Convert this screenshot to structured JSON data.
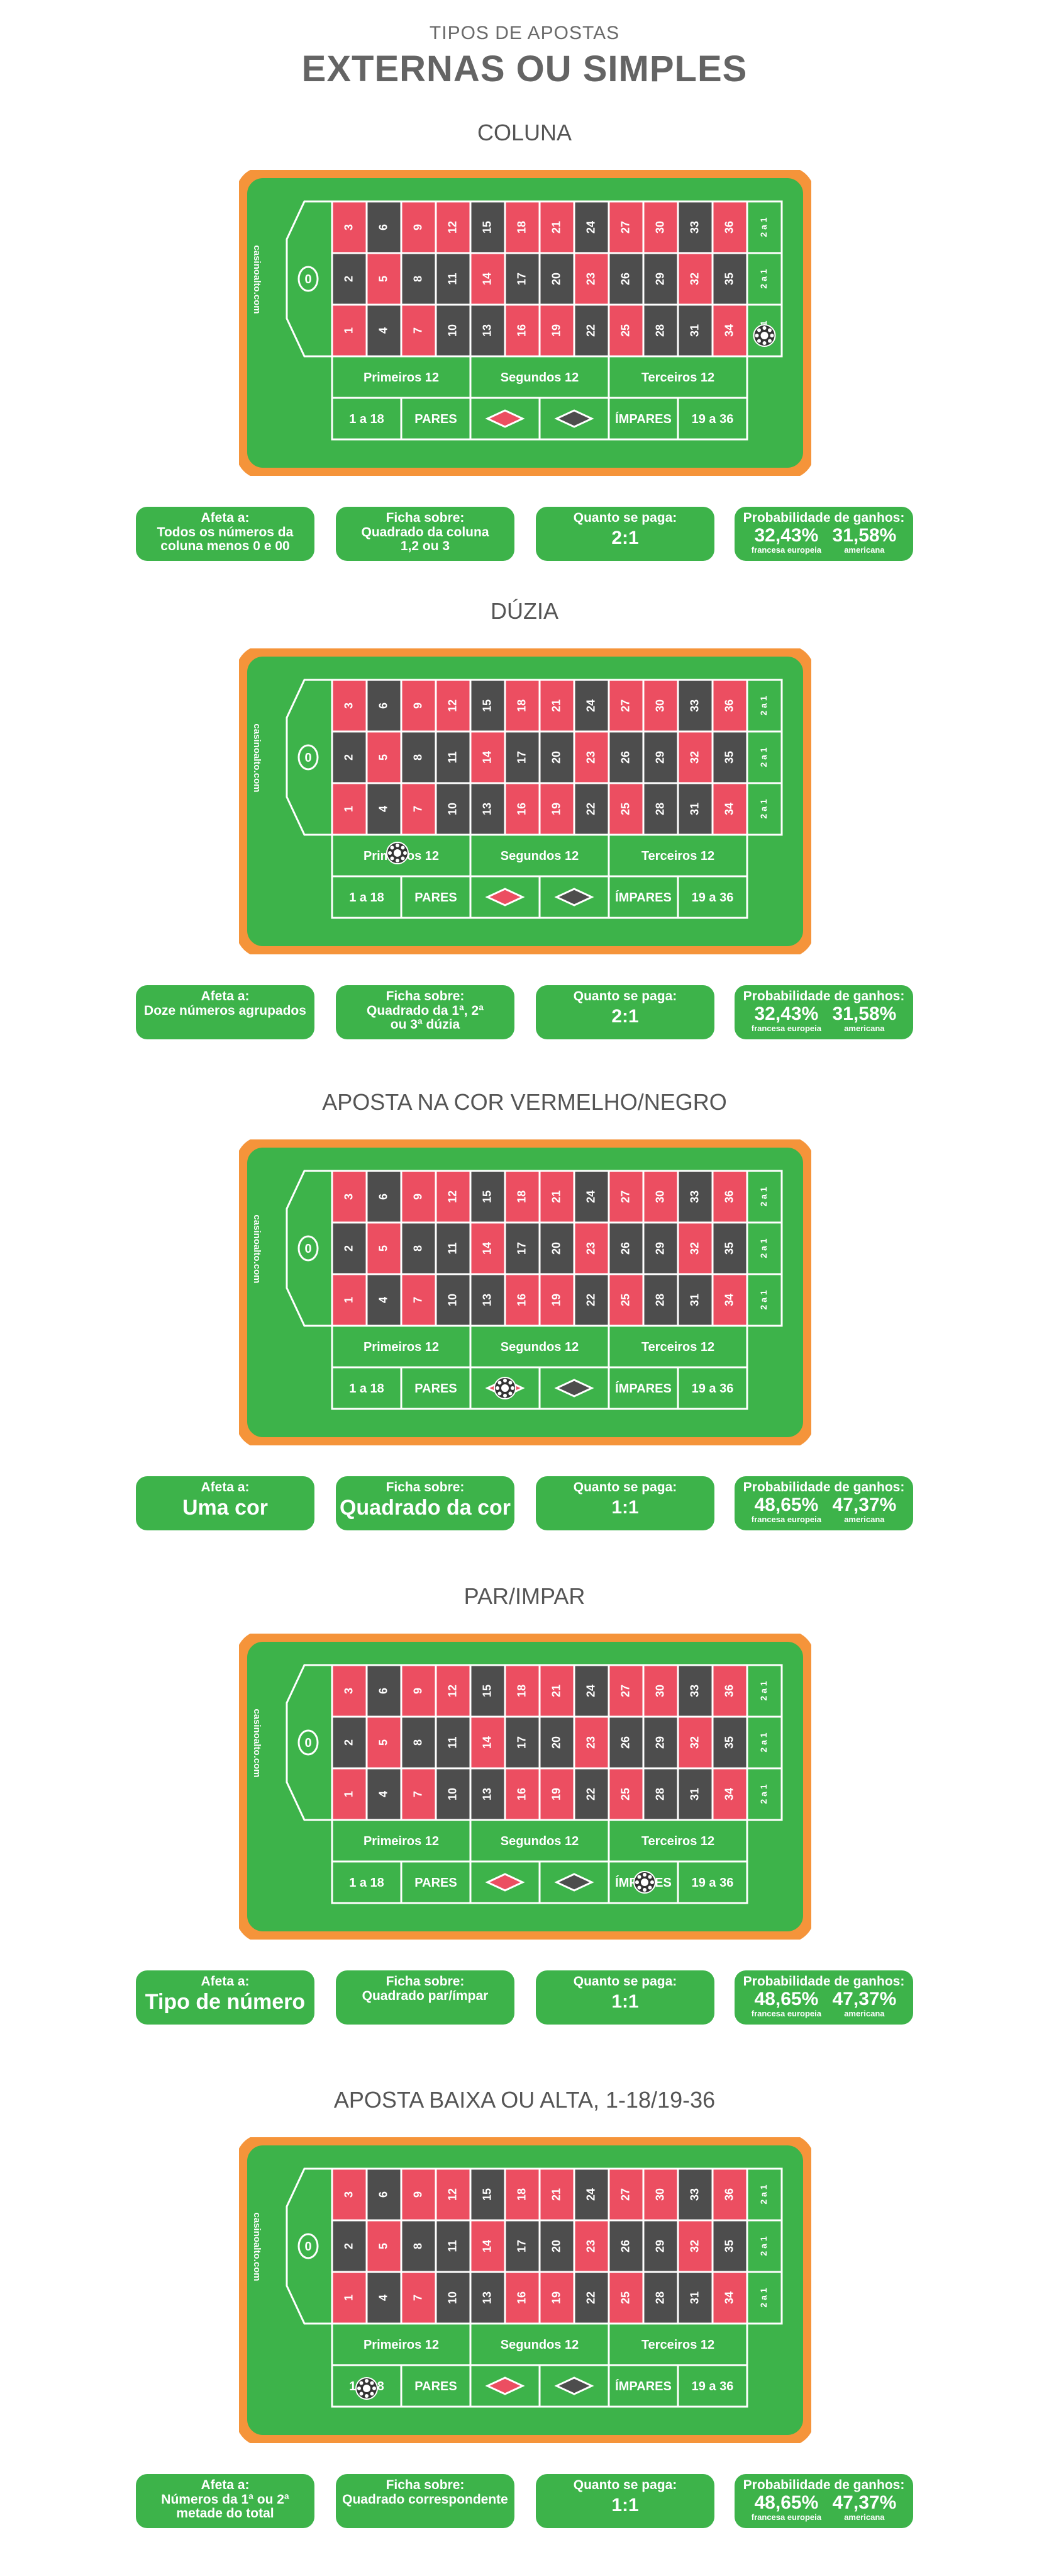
{
  "header": {
    "kicker": "TIPOS DE APOSTAS",
    "title": "EXTERNAS OU SIMPLES"
  },
  "table": {
    "brand": "casinoalto.com",
    "zero": "0",
    "column_label": "2 a 1",
    "dozens": [
      "Primeiros 12",
      "Segundos 12",
      "Terceiros 12"
    ],
    "bottom": [
      "1 a 18",
      "PARES",
      "",
      "",
      "ÍMPARES",
      "19 a 36"
    ],
    "grid": [
      [
        3,
        6,
        9,
        12,
        15,
        18,
        21,
        24,
        27,
        30,
        33,
        36
      ],
      [
        2,
        5,
        8,
        11,
        14,
        17,
        20,
        23,
        26,
        29,
        32,
        35
      ],
      [
        1,
        4,
        7,
        10,
        13,
        16,
        19,
        22,
        25,
        28,
        31,
        34
      ]
    ],
    "red_numbers": [
      1,
      3,
      5,
      7,
      9,
      12,
      14,
      16,
      18,
      19,
      21,
      23,
      25,
      27,
      30,
      32,
      34,
      36
    ],
    "colors": {
      "felt": "#3db34a",
      "border": "#f5943a",
      "red": "#ec4e61",
      "black": "#4d4d4d",
      "line": "#ffffff"
    }
  },
  "labels": {
    "affects": "Afeta a:",
    "chip_on": "Ficha sobre:",
    "pays": "Quanto se paga:",
    "prob": "Probabilidade de ganhos:",
    "french": "francesa europeia",
    "american": "americana"
  },
  "sections": [
    {
      "title": "COLUNA",
      "chip": "column",
      "affects": [
        "Todos os números da",
        "coluna menos 0 e 00"
      ],
      "chip_on": [
        "Quadrado da coluna",
        "1,2 ou 3"
      ],
      "pays": "2:1",
      "prob_fr": "32,43%",
      "prob_am": "31,58%"
    },
    {
      "title": "DÚZIA",
      "chip": "dozen",
      "affects": [
        "Doze números agrupados"
      ],
      "chip_on": [
        "Quadrado da 1ª, 2ª",
        "ou 3ª dúzia"
      ],
      "pays": "2:1",
      "prob_fr": "32,43%",
      "prob_am": "31,58%"
    },
    {
      "title": "APOSTA NA COR VERMELHO/NEGRO",
      "chip": "color",
      "affects": [
        "Uma cor"
      ],
      "chip_on": [
        "Quadrado da cor"
      ],
      "pays": "1:1",
      "prob_fr": "48,65%",
      "prob_am": "47,37%"
    },
    {
      "title": "PAR/IMPAR",
      "chip": "odd",
      "affects": [
        "Tipo de número"
      ],
      "chip_on": [
        "Quadrado par/ímpar"
      ],
      "pays": "1:1",
      "prob_fr": "48,65%",
      "prob_am": "47,37%"
    },
    {
      "title": "APOSTA BAIXA OU ALTA, 1-18/19-36",
      "chip": "low",
      "affects": [
        "Números da 1ª ou 2ª",
        "metade do total"
      ],
      "chip_on": [
        "Quadrado correspondente"
      ],
      "pays": "1:1",
      "prob_fr": "48,65%",
      "prob_am": "47,37%"
    }
  ]
}
